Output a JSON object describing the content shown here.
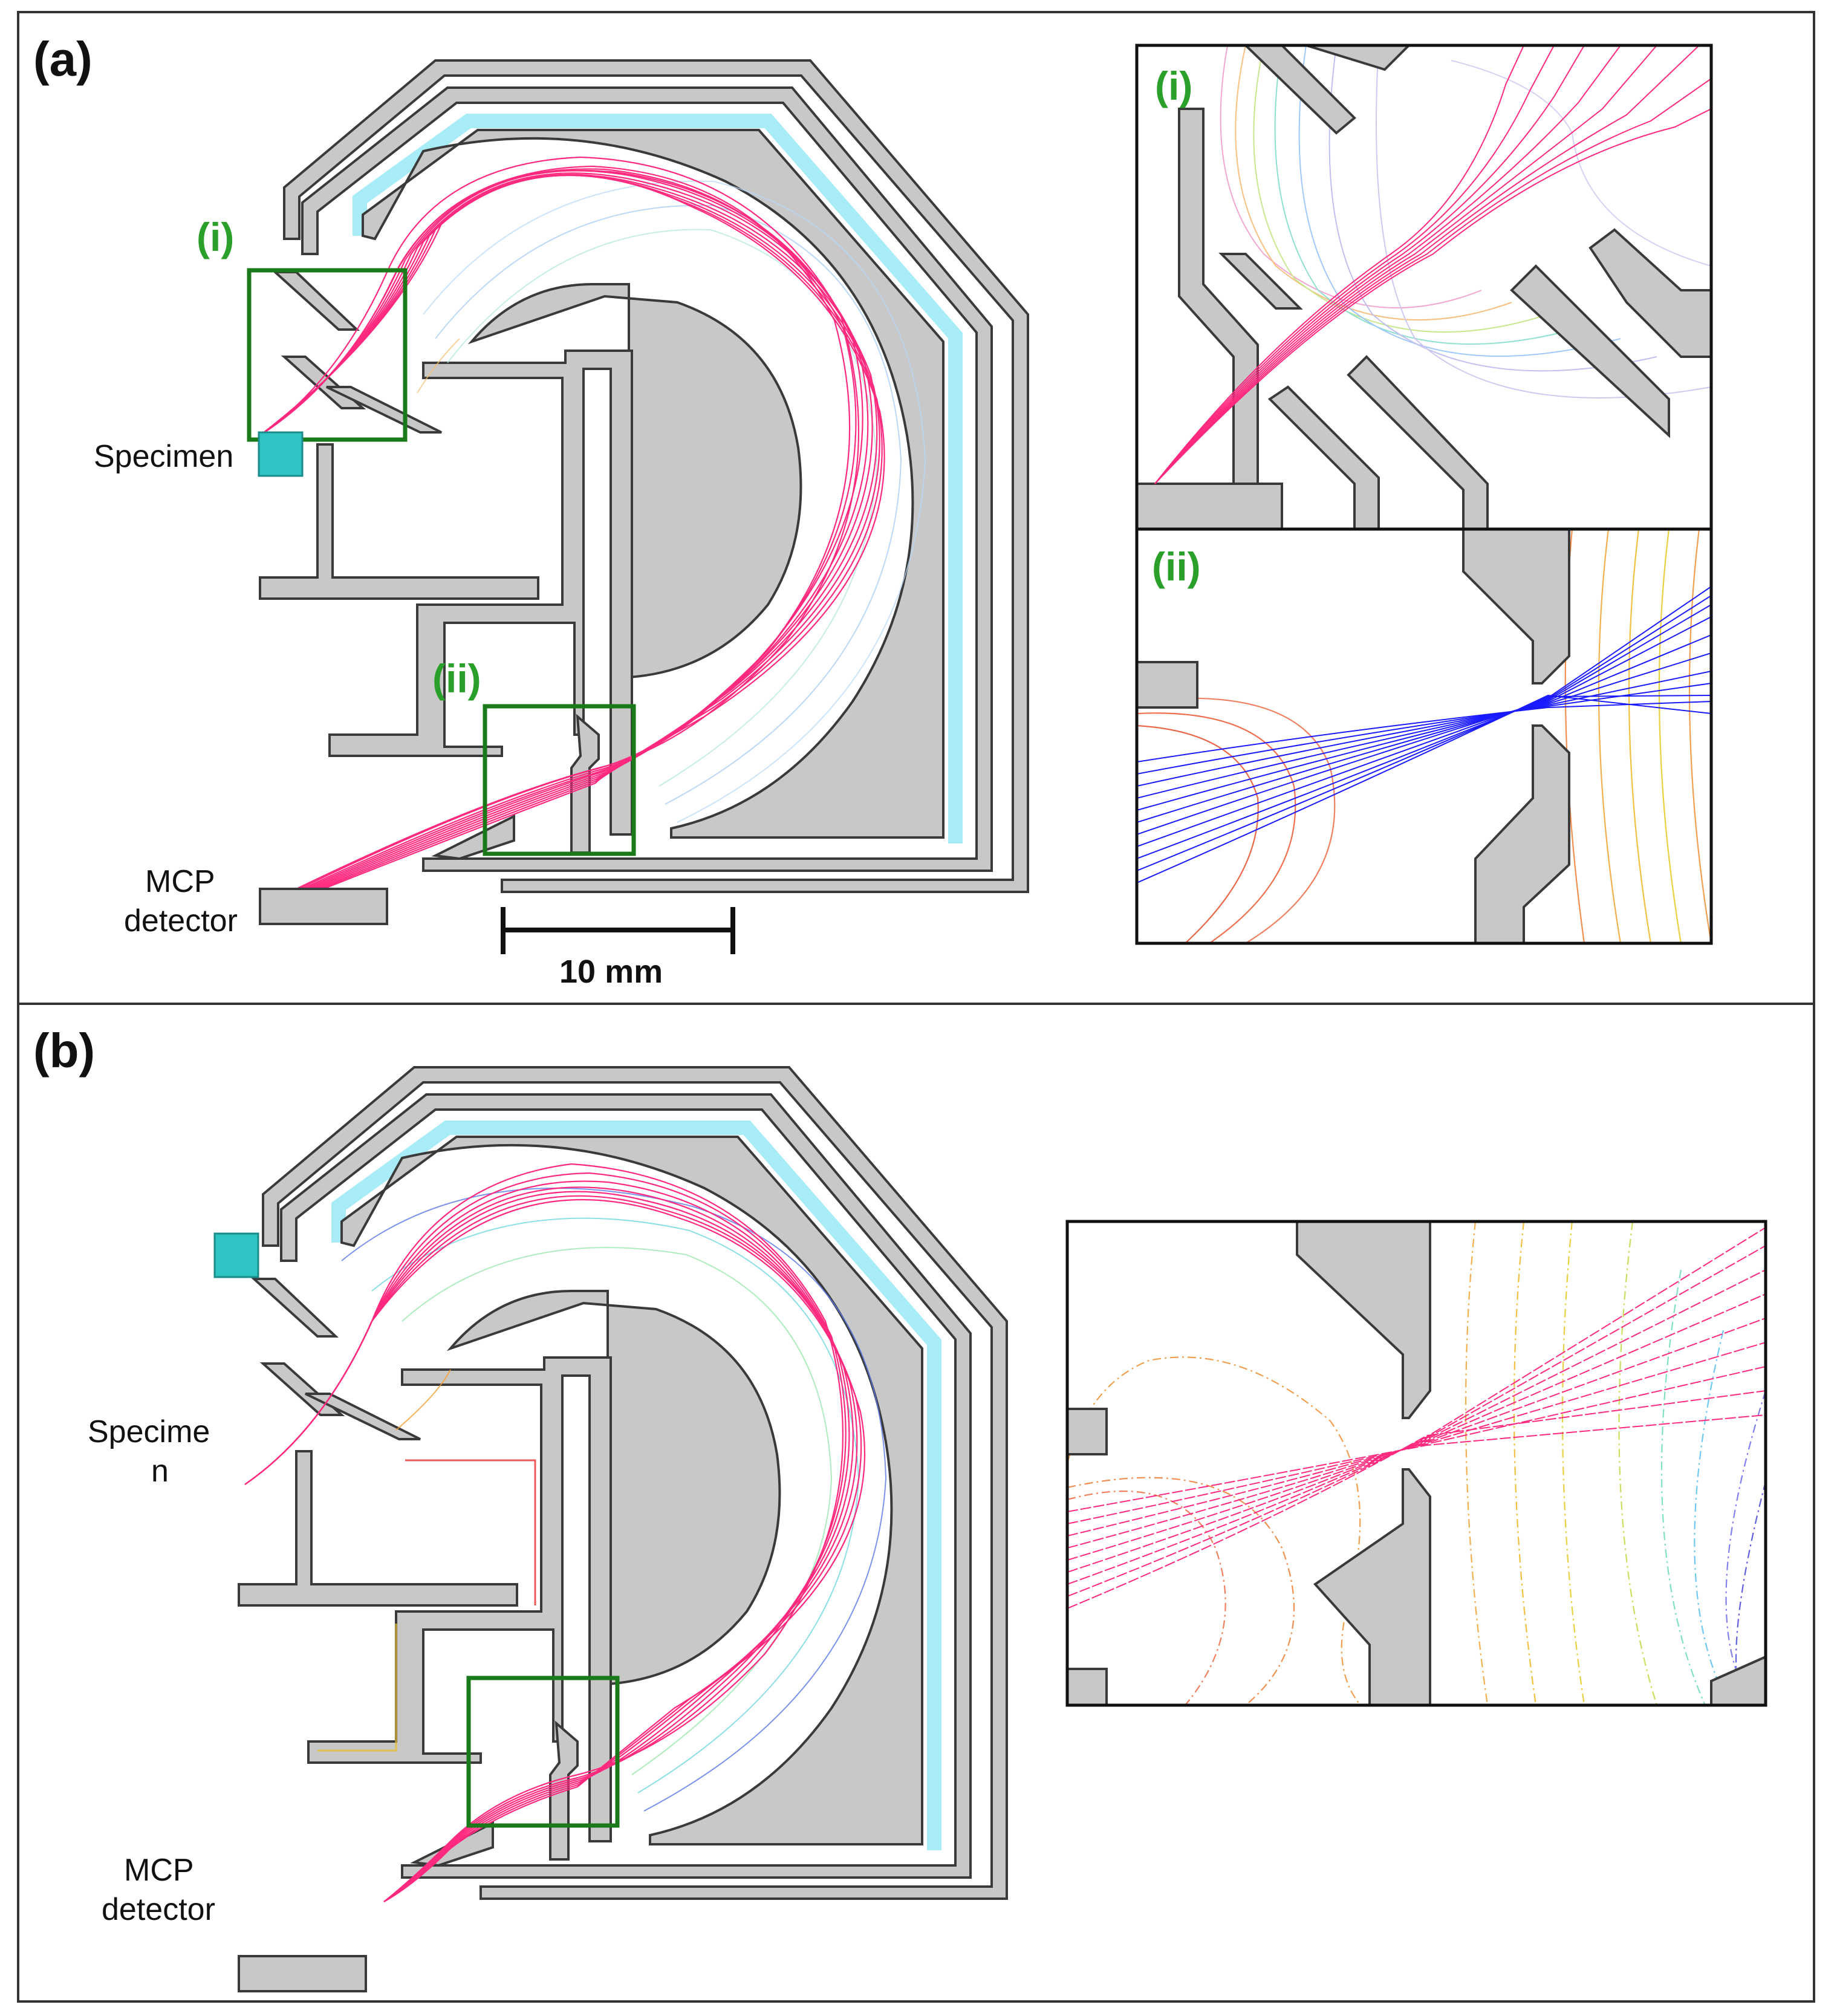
{
  "panel_a": {
    "label": "(a)",
    "inset_i_label": "(i)",
    "inset_ii_label": "(ii)",
    "specimen_label": "Specimen",
    "detector_label_line1": "MCP",
    "detector_label_line2": "detector",
    "scale_bar_label": "10 mm"
  },
  "panel_b": {
    "label": "(b)",
    "specimen_label_line1": "Specime",
    "specimen_label_line2": "n",
    "detector_label_line1": "MCP",
    "detector_label_line2": "detector"
  },
  "colors": {
    "frame": "#333333",
    "electrode_fill": "#c8c8c8",
    "electrode_stroke": "#3a3a3a",
    "trajectory": "#ff2a7f",
    "trajectory_inset": "#1a1aff",
    "highlight_box": "#1a7a1a",
    "label_green": "#2aa02a",
    "specimen": "#2ec4c4",
    "inner_glow": "#a8ecf8"
  },
  "icons": {
    "specimen": "cyan-square",
    "detector": "grey-rectangle"
  }
}
